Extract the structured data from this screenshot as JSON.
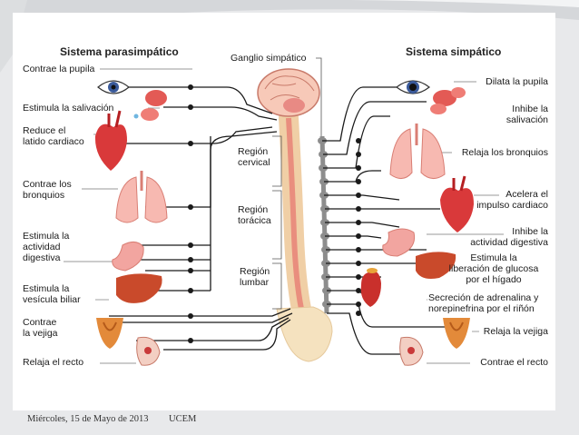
{
  "titles": {
    "parasympathetic": "Sistema parasimpático",
    "sympathetic": "Sistema simpático",
    "ganglion": "Ganglio simpático"
  },
  "regions": {
    "cervical": [
      "Región",
      "cervical"
    ],
    "thoracic": [
      "Región",
      "torácica"
    ],
    "lumbar": [
      "Región",
      "lumbar"
    ]
  },
  "parasympathetic_effects": [
    [
      "Contrae la pupila"
    ],
    [
      "Estimula la salivación"
    ],
    [
      "Reduce el",
      "latido cardiaco"
    ],
    [
      "Contrae los",
      "bronquios"
    ],
    [
      "Estimula la",
      "actividad",
      "digestiva"
    ],
    [
      "Estimula la",
      "vesícula biliar"
    ],
    [
      "Contrae",
      "la vejiga"
    ],
    [
      "Relaja el recto"
    ]
  ],
  "sympathetic_effects": [
    [
      "Dilata la pupila"
    ],
    [
      "Inhibe la",
      "salivación"
    ],
    [
      "Relaja los bronquios"
    ],
    [
      "Acelera el",
      "impulso cardiaco"
    ],
    [
      "Inhibe la",
      "actividad digestiva"
    ],
    [
      "Estimula la",
      "liberación de glucosa",
      "por el hígado"
    ],
    [
      "Secreción de adrenalina y",
      "norepinefrina por el riñón"
    ],
    [
      "Relaja la vejiga"
    ],
    [
      "Contrae el recto"
    ]
  ],
  "footer": {
    "date": "Miércoles, 15 de Mayo de 2013",
    "org": "UCEM"
  },
  "colors": {
    "organ_red": "#d9393a",
    "spine": "#f2d7b0",
    "ganglia": "#8d8d8d",
    "nerve": "#1a1a1a"
  }
}
